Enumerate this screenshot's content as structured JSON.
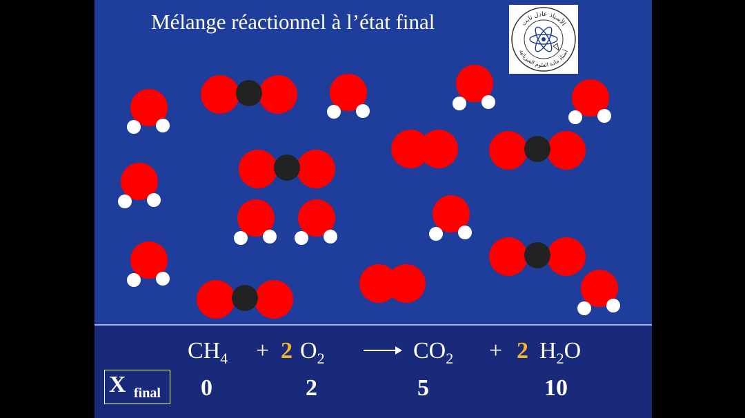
{
  "title": "Mélange réactionnel à l’état final",
  "logo": {
    "text_top": "الأستاذ عادل ثابت",
    "text_bottom": "أستاذ مادة العلوم الفيزيائية",
    "icon": "atom-icon"
  },
  "equation": {
    "reactant1": {
      "symbol": "CH",
      "sub": "4"
    },
    "plus1": "+",
    "coef_o2": "2",
    "reactant2": {
      "symbol": "O",
      "sub": "2"
    },
    "product1": {
      "symbol": "CO",
      "sub": "2"
    },
    "plus2": "+",
    "coef_h2o": "2",
    "product2": {
      "pre": "H",
      "sub": "2",
      "post": "O"
    }
  },
  "x_label": {
    "main": "X",
    "sub": "final"
  },
  "final_values": [
    "0",
    "2",
    "5",
    "10"
  ],
  "colors": {
    "background": "#1f3d9a",
    "panel": "#1a2a7a",
    "oxygen": "#ff0000",
    "carbon": "#222222",
    "hydrogen": "#ffffff",
    "coefficient": "#f2b52c"
  }
}
